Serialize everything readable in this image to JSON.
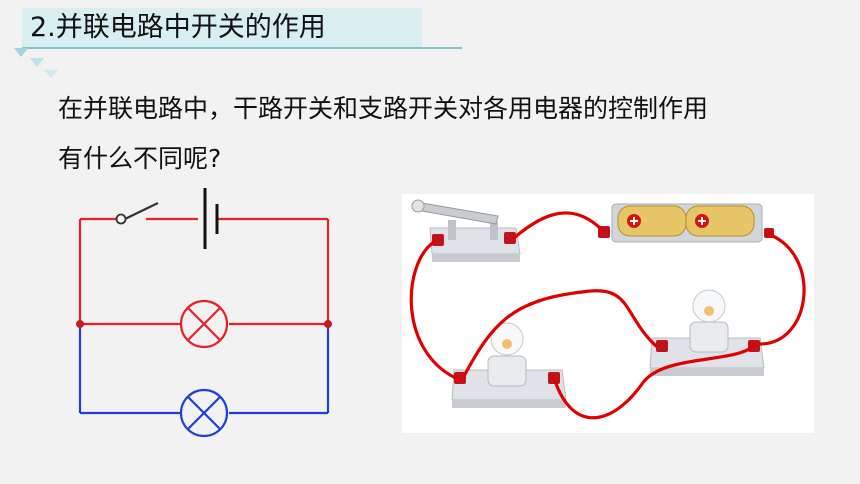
{
  "slide": {
    "title": "2.并联电路中开关的作用",
    "question_line1": "在并联电路中，干路开关和支路开关对各用电器的控制作用",
    "question_line2": "有什么不同呢?"
  },
  "colors": {
    "title_bg": "#d8eef0",
    "accent": "#7fc6cc",
    "wire_red": "#e8202a",
    "wire_blue": "#1f3fd8",
    "photo_wire": "#e00000"
  },
  "icons": [
    "switch-icon",
    "battery-icon",
    "lamp-icon",
    "bulb-icon"
  ]
}
